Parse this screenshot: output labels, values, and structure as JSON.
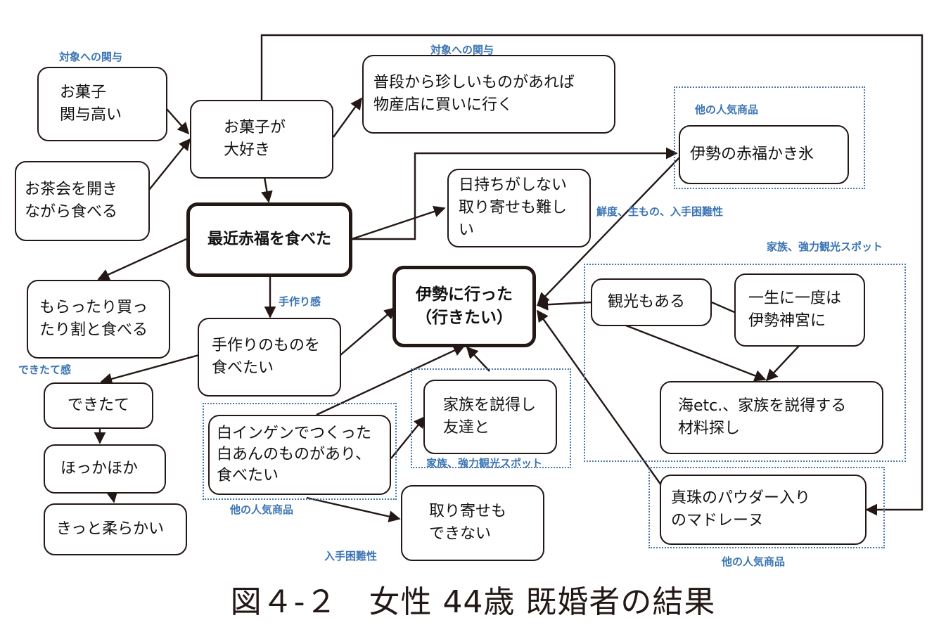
{
  "nodes": {
    "okashi_kanyo": "お菓子\n関与高い",
    "ochakai": "お茶会を開き\nながら食べる",
    "okashi_daisuki": "お菓子が\n大好き",
    "fudan": "普段から珍しいものがあれば\n物産店に買いに行く",
    "kakigori": "伊勢の赤福かき氷",
    "himochi": "日持ちがしない\n取り寄せも難しい",
    "saikin": "最近赤福を食べた",
    "moratta": "もらったり買っ\nたり割と食べる",
    "ise": "伊勢に行った\n（行きたい）",
    "kanko": "観光もある",
    "issho": "一生に一度は\n伊勢神宮に",
    "tezukuri": "手作りのものを\n食べたい",
    "dekitate": "できたて",
    "hokkahoka": "ほっかほか",
    "kitto": "きっと柔らかい",
    "kazoku_settoku": "家族を説得し\n友達と",
    "shiroingen": "白インゲンでつくった\n白あんのものがあり、\n食べたい",
    "umi": "海etc.、家族を説得する\n材料探し",
    "toriyose": "取り寄せも\nできない",
    "shinju": "真珠のパウダー入り\nのマドレーヌ"
  },
  "labels": {
    "taisho1": "対象への関与",
    "taisho2": "対象への関与",
    "hoka_ninki_top": "他の人気商品",
    "sendo": "鮮度、生もの、入手困難性",
    "kazoku_kyoryoku_right": "家族、強力観光スポット",
    "tezukurikan": "手作り感",
    "dekitatekan": "できたて感",
    "kazoku_kyoryoku_mid": "家族、強力観光スポット",
    "hoka_ninki_mid": "他の人気商品",
    "nyushu": "入手困難性",
    "hoka_ninki_bottom": "他の人気商品"
  },
  "caption": "図４-２　女性 44歳 既婚者の結果",
  "colors": {
    "line": "#231815",
    "label": "#3a74b4",
    "dotted": "#4a78a8"
  }
}
